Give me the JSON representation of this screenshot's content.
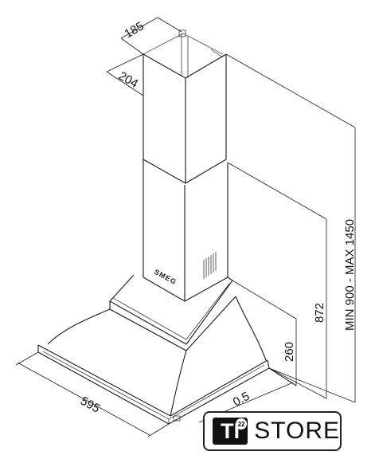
{
  "dimensions": {
    "chimney_width": "185",
    "chimney_depth": "204",
    "total_height": "MIN 900 - MAX 1450",
    "lower_height": "872",
    "hood_height": "260",
    "hood_width": "595",
    "hood_depth_partial": "0.5"
  },
  "hood_brand": "SMEG",
  "logo": {
    "mark": "TI",
    "superscript": "22",
    "word": "STORE"
  }
}
